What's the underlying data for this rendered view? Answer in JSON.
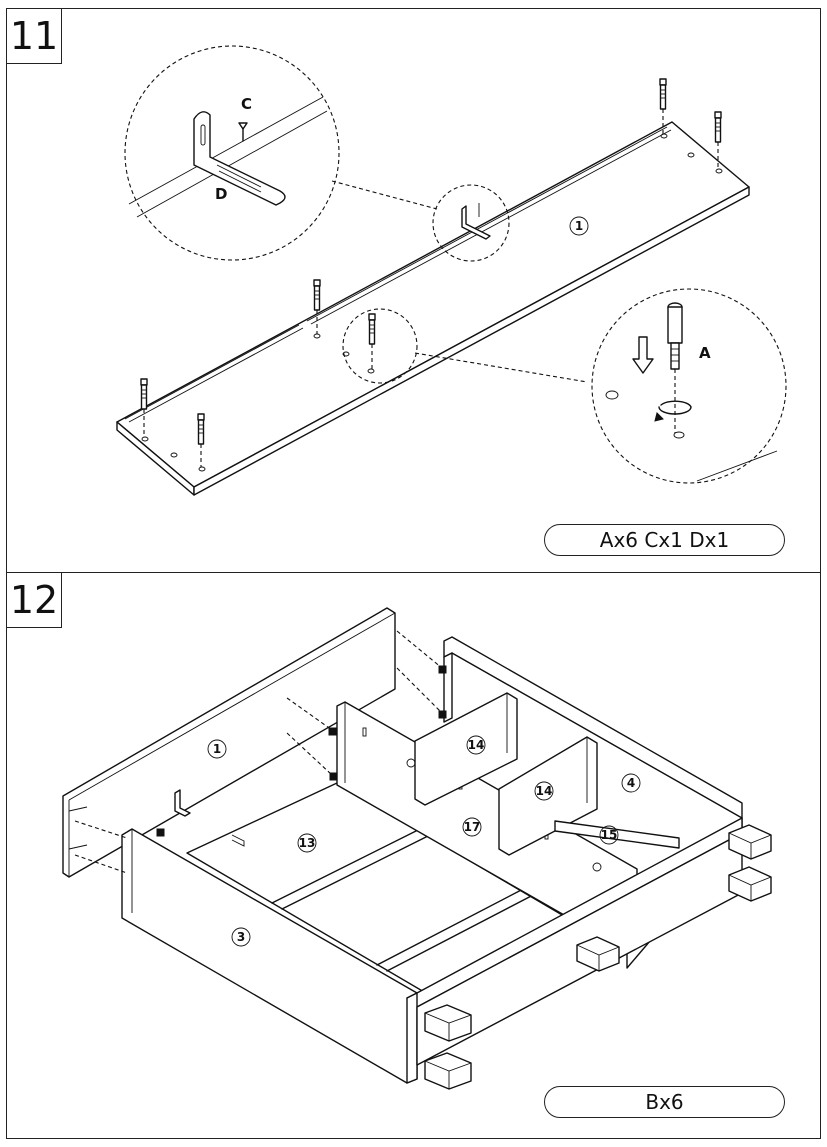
{
  "steps": [
    {
      "number": "11",
      "parts": "Ax6  Cx1  Dx1",
      "panel_label": "1",
      "fastener_labels": {
        "screw": "C",
        "bracket": "D",
        "cam_bolt": "A"
      }
    },
    {
      "number": "12",
      "parts": "Bx6",
      "panel_labels": {
        "back": "1",
        "bottom": "13",
        "front": "3",
        "divider": "17",
        "shelf_upper": "14",
        "shelf_lower": "14",
        "side": "4",
        "small_panel": "15"
      }
    }
  ],
  "colors": {
    "line": "#111111",
    "background": "#ffffff"
  }
}
